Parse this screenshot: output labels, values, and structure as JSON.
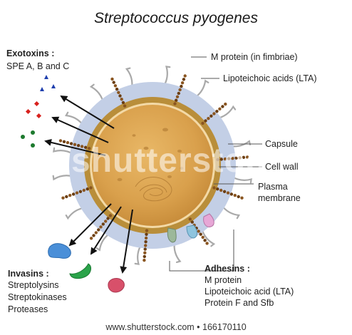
{
  "title": "Streptococcus pyogenes",
  "exotoxins": {
    "heading": "Exotoxins :",
    "items": "SPE A, B and C"
  },
  "invasins": {
    "heading": "Invasins :",
    "items": [
      "Streptolysins",
      "Streptokinases",
      "Proteases"
    ]
  },
  "adhesins": {
    "heading": "Adhesins :",
    "items": [
      "M protein",
      "Lipoteichoic acid (LTA)",
      "Protein F and Sfb"
    ]
  },
  "labels": {
    "m_protein": "M protein (in fimbriae)",
    "lta": "Lipoteichoic acids (LTA)",
    "capsule": "Capsule",
    "cell_wall": "Cell wall",
    "plasma_line1": "Plasma",
    "plasma_line2": "membrane"
  },
  "watermark": "shutterstock",
  "footer": "www.shutterstock.com • 166170110",
  "colors": {
    "capsule": "#c3cfe6",
    "cell_wall": "#b98e3a",
    "cytoplasm": "#d8a24f",
    "toxin_blue": "#1f3fae",
    "toxin_red": "#d8211d",
    "toxin_green": "#1d7a2e",
    "invasin_blue": "#4a8fd8",
    "invasin_green": "#2aa34a",
    "invasin_pink": "#d8506a"
  }
}
